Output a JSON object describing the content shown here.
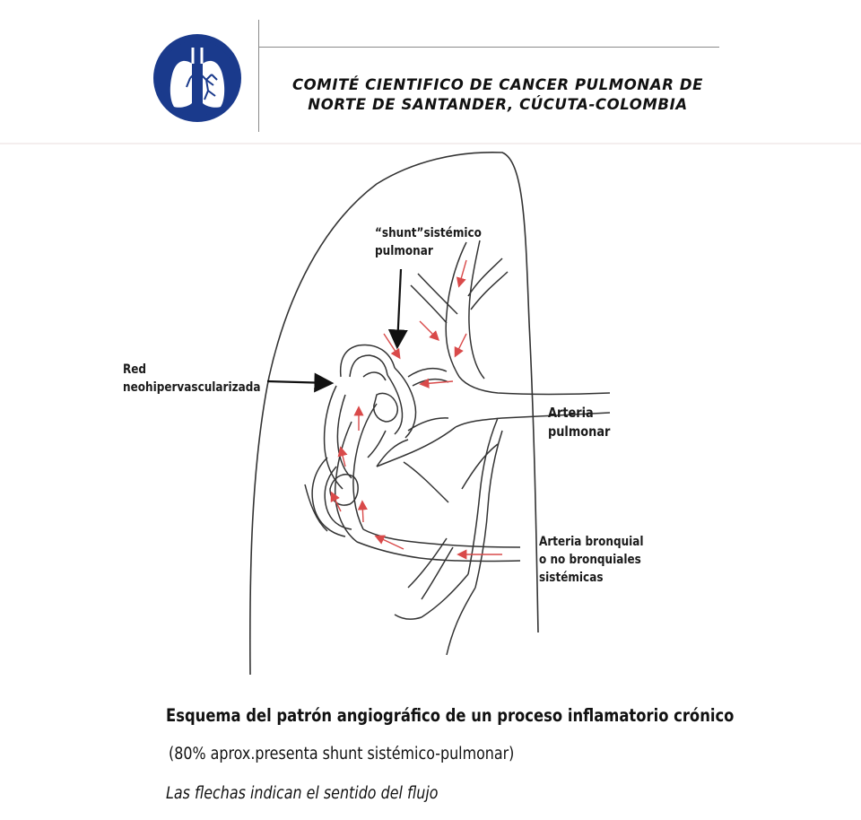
{
  "header": {
    "org_line1": "COMITÉ CIENTIFICO DE CANCER PULMONAR DE",
    "org_line2": "NORTE DE SANTANDER, CÚCUTA-COLOMBIA",
    "logo_icon": "lungs-icon",
    "logo_color": "#1a3a8c"
  },
  "diagram": {
    "labels": {
      "shunt_line1": "“shunt”sistémico",
      "shunt_line2": "pulmonar",
      "red_line1": "Red",
      "red_line2": "neohipervascularizada",
      "arteria_pulmonar_line1": "Arteria",
      "arteria_pulmonar_line2": "pulmonar",
      "arteria_bronquial_line1": "Arteria bronquial",
      "arteria_bronquial_line2": "o no bronquiales",
      "arteria_bronquial_line3": "sistémicas"
    },
    "flow_arrow_color": "#d94a4a",
    "pointer_color": "#111111"
  },
  "caption": {
    "title": "Esquema  del patrón angiográfico de un proceso inflamatorio crónico",
    "note": "(80% aprox.presenta shunt sistémico-pulmonar)",
    "legend": "Las flechas indican el sentido del flujo"
  }
}
